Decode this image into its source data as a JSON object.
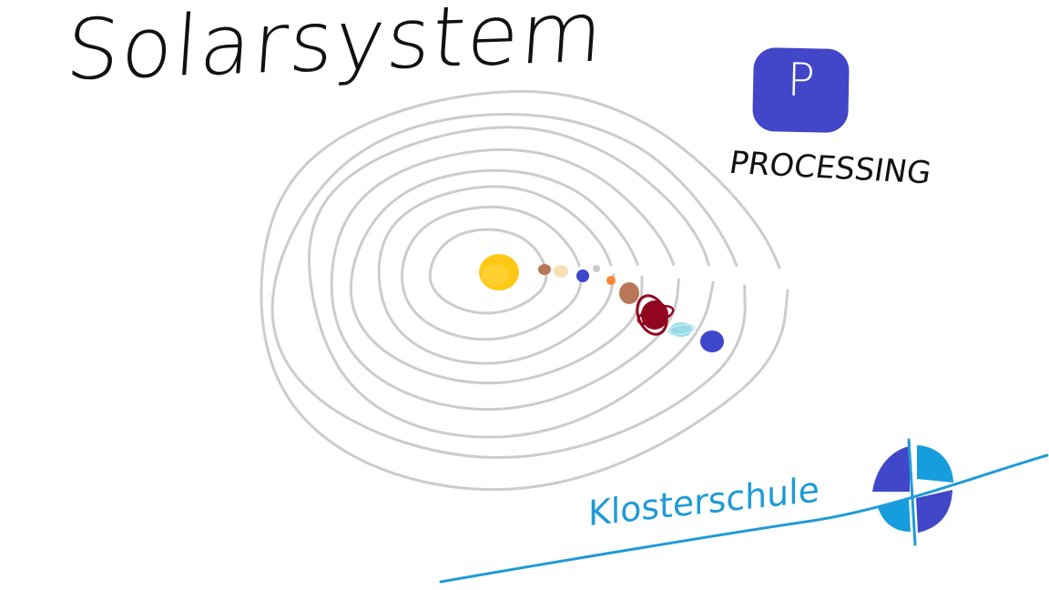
{
  "title": "Solarsystem",
  "processing": {
    "logo_letter": "P",
    "label": "PROCESSING",
    "logo_color": "#4247c9"
  },
  "school": {
    "name": "Klosterschule",
    "accent_color": "#1f9bd6",
    "logo_colors": [
      "#4047c9",
      "#169ddd"
    ]
  },
  "drawing": {
    "orbit_color": "#c9c9c9",
    "sun_color": "#ffc814",
    "planet_colors": [
      "#b87757",
      "#f4e0b3",
      "#3e46cc",
      "#c9c9c9",
      "#ff8534",
      "#b87757",
      "#91061e",
      "#9ad9e6",
      "#3e46cc"
    ],
    "planet_names": [
      "mercury",
      "venus",
      "earth",
      "moon",
      "mars",
      "jupiter",
      "saturn",
      "uranus",
      "neptune"
    ]
  }
}
